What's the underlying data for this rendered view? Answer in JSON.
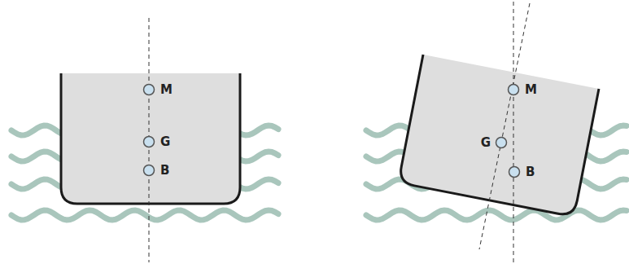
{
  "diagram": {
    "labels": [
      "M",
      "G",
      "B",
      "M",
      "G",
      "B"
    ]
  }
}
